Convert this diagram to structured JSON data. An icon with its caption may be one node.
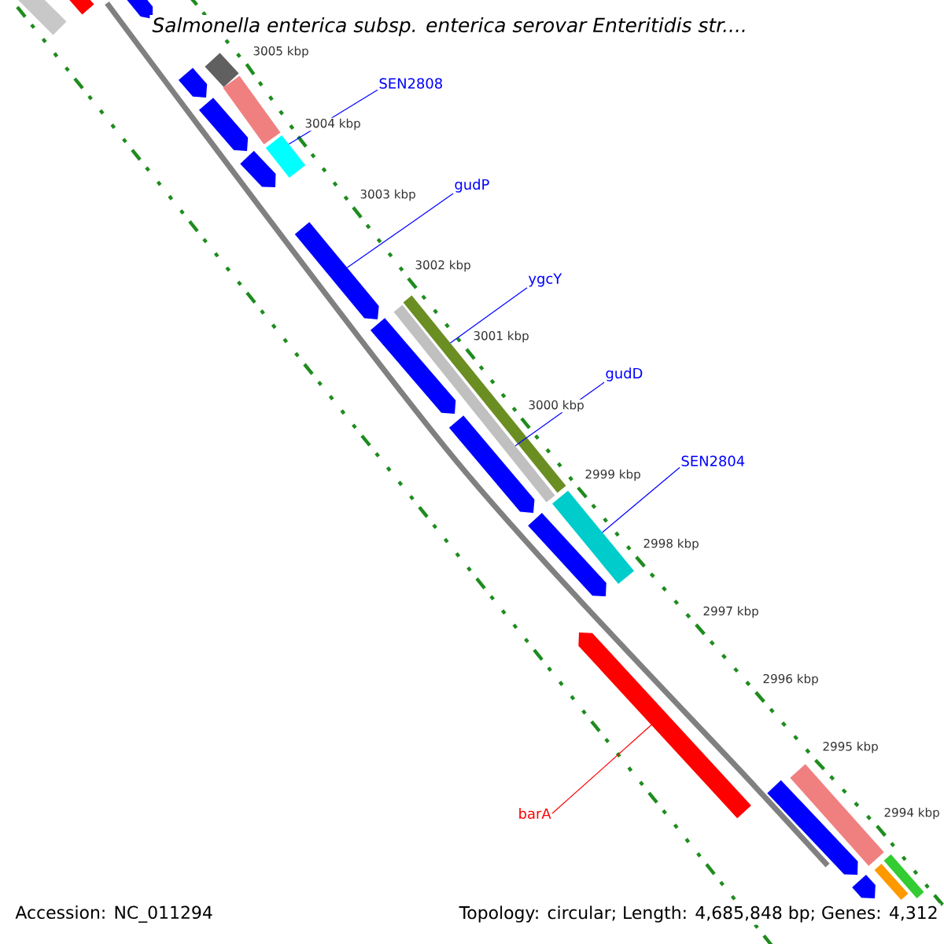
{
  "diagram": {
    "title": "Salmonella enterica subsp. enterica serovar Enteritidis str....",
    "nodes": [
      {
        "text": [
          "SEN2808"
        ]
      },
      {
        "text": [
          "gudP"
        ]
      },
      {
        "text": [
          "ygcY"
        ]
      },
      {
        "text": [
          "gudD"
        ]
      },
      {
        "text": [
          "SEN2804"
        ]
      },
      {
        "text": [
          "barA"
        ]
      },
      {
        "text": [],
        "shape": "bar"
      },
      {
        "text": [],
        "shape": "bar"
      },
      {
        "text": [],
        "shape": "arrow"
      },
      {
        "text": [],
        "shape": "bar"
      },
      {
        "text": [],
        "shape": "arrow"
      },
      {
        "text": [],
        "shape": "bar"
      },
      {
        "text": [],
        "shape": "arrow"
      },
      {
        "text": [],
        "shape": "bar"
      },
      {
        "text": [],
        "shape": "arrow"
      },
      {
        "text": [],
        "shape": "arrow"
      },
      {
        "text": [],
        "shape": "bar"
      },
      {
        "text": [],
        "shape": "bar"
      },
      {
        "text": [],
        "shape": "arrow"
      },
      {
        "text": [],
        "shape": "arrow"
      },
      {
        "text": [],
        "shape": "bar"
      },
      {
        "text": [],
        "shape": "arrow"
      },
      {
        "text": [],
        "shape": "arrow"
      },
      {
        "text": [],
        "shape": "bar"
      },
      {
        "text": [],
        "shape": "arrow"
      },
      {
        "text": [],
        "shape": "bar"
      },
      {
        "text": [],
        "shape": "bar"
      },
      {
        "text": [],
        "shape": "arrow"
      }
    ],
    "edges": [
      {
        "from": 0,
        "to": 13,
        "arrow": "none"
      },
      {
        "from": 1,
        "to": 15,
        "arrow": "none"
      },
      {
        "from": 2,
        "to": 16,
        "arrow": "none"
      },
      {
        "from": 3,
        "to": 17,
        "arrow": "none"
      },
      {
        "from": 4,
        "to": 20,
        "arrow": "none"
      },
      {
        "from": 5,
        "to": 22,
        "arrow": "none",
        "color": "#ff0000"
      }
    ],
    "labels": [
      "3005 kbp",
      "3004 kbp",
      "3003 kbp",
      "3002 kbp",
      "3001 kbp",
      "3000 kbp",
      "2999 kbp",
      "2998 kbp",
      "2997 kbp",
      "2996 kbp",
      "2995 kbp",
      "2994 kbp",
      "Accession: NC_011294",
      "Topology: circular; Length: 4,685,848 bp; Genes: 4,312"
    ]
  }
}
